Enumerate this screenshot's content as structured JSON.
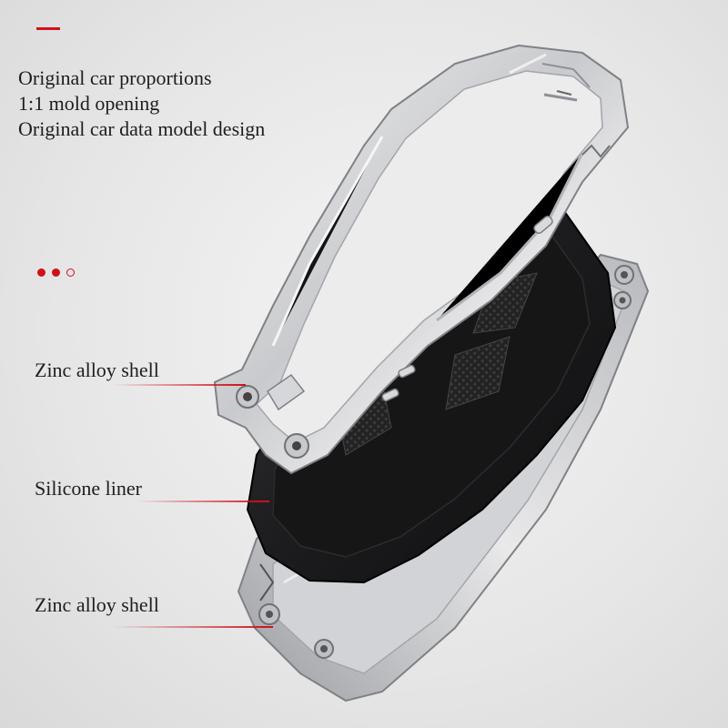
{
  "header": {
    "accent_color": "#d0111b"
  },
  "features": [
    "Original car proportions",
    "1:1 mold opening",
    "Original car data model design"
  ],
  "pagination": {
    "dots": [
      "filled",
      "filled",
      "hollow"
    ],
    "color": "#d0111b"
  },
  "callouts": {
    "top_shell": "Zinc alloy shell",
    "liner": "Silicone liner",
    "bottom_shell": "Zinc alloy shell"
  },
  "product": {
    "icon_names": [
      "key-fob-shell-top",
      "silicone-liner",
      "key-fob-shell-bottom",
      "unlock-button-icon",
      "trunk-button-icon"
    ],
    "colors": {
      "metal_light": "#e4e4e6",
      "metal_dark": "#8e9096",
      "liner": "#1c1c1e",
      "accent": "#d0111b"
    }
  }
}
